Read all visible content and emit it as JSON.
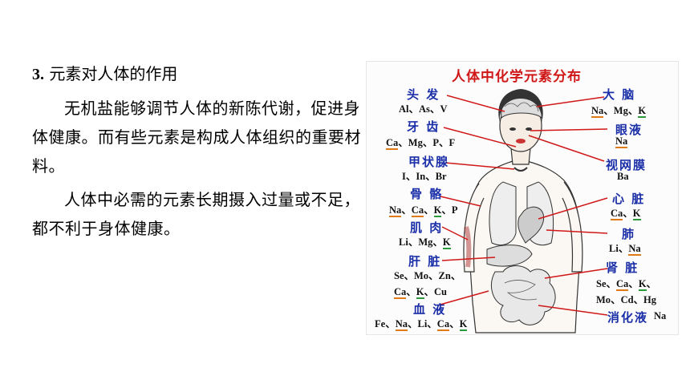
{
  "section": {
    "number": "3.",
    "title": "元素对人体的作用",
    "paragraphs": [
      "无机盐能够调节人体的新陈代谢，促进身体健康。而有些元素是构成人体组织的重要材料。",
      "人体中必需的元素长期摄入过量或不足，都不利于身体健康。"
    ]
  },
  "diagram": {
    "title": "人体中化学元素分布",
    "organs": [
      {
        "label": "头 发",
        "elements": [
          {
            "t": "Al"
          },
          {
            "t": "、"
          },
          {
            "t": "As"
          },
          {
            "t": "、"
          },
          {
            "t": "V"
          }
        ]
      },
      {
        "label": "牙 齿",
        "elements": [
          {
            "t": "Ca",
            "u": "orange"
          },
          {
            "t": "、Mg、"
          },
          {
            "t": "P"
          },
          {
            "t": "、"
          },
          {
            "t": "F"
          }
        ]
      },
      {
        "label": "甲状腺",
        "elements": [
          {
            "t": "I"
          },
          {
            "t": "、In、"
          },
          {
            "t": "Br"
          }
        ]
      },
      {
        "label": "骨 骼",
        "elements": [
          {
            "t": "Na",
            "u": "orange"
          },
          {
            "t": "、"
          },
          {
            "t": "Ca",
            "u": "orange"
          },
          {
            "t": "、"
          },
          {
            "t": "K",
            "u": "green"
          },
          {
            "t": "、P"
          }
        ]
      },
      {
        "label": "肌 肉",
        "elements": [
          {
            "t": "Li"
          },
          {
            "t": "、Mg、"
          },
          {
            "t": "K",
            "u": "green"
          }
        ]
      },
      {
        "label": "肝 脏",
        "elements": [
          {
            "t": "Se"
          },
          {
            "t": "、Mo、Zn、"
          }
        ]
      },
      {
        "label": "",
        "elements": [
          {
            "t": "Ca",
            "u": "orange"
          },
          {
            "t": "、"
          },
          {
            "t": "K",
            "u": "green"
          },
          {
            "t": "、Cu"
          }
        ]
      },
      {
        "label": "血 液",
        "elements": [
          {
            "t": "Fe"
          },
          {
            "t": "、"
          },
          {
            "t": "Na",
            "u": "orange"
          },
          {
            "t": "、Li、"
          },
          {
            "t": "Ca",
            "u": "orange"
          },
          {
            "t": "、"
          },
          {
            "t": "K",
            "u": "green"
          }
        ]
      },
      {
        "label": "大 脑",
        "elements": [
          {
            "t": "Na",
            "u": "orange"
          },
          {
            "t": "、Mg、"
          },
          {
            "t": "K",
            "u": "green"
          }
        ]
      },
      {
        "label": "眼液",
        "elements": [
          {
            "t": "Na",
            "u": "orange"
          }
        ]
      },
      {
        "label": "视网膜",
        "elements": [
          {
            "t": "Ba"
          }
        ]
      },
      {
        "label": "心 脏",
        "elements": [
          {
            "t": "Ca",
            "u": "orange"
          },
          {
            "t": "、"
          },
          {
            "t": "K",
            "u": "green"
          }
        ]
      },
      {
        "label": "肺",
        "elements": [
          {
            "t": "Li"
          },
          {
            "t": "、"
          },
          {
            "t": "Na",
            "u": "orange"
          }
        ]
      },
      {
        "label": "肾 脏",
        "elements": [
          {
            "t": "Se"
          },
          {
            "t": "、"
          },
          {
            "t": "Ca",
            "u": "orange"
          },
          {
            "t": "、"
          },
          {
            "t": "K",
            "u": "green"
          },
          {
            "t": "、"
          }
        ]
      },
      {
        "label": "",
        "elements": [
          {
            "t": "Mo"
          },
          {
            "t": "、Cd、Hg"
          }
        ]
      },
      {
        "label": "消化液",
        "elements": [
          {
            "t": "Na"
          }
        ]
      }
    ]
  },
  "colors": {
    "title_red": "#d01818",
    "label_blue": "#1b2fa8",
    "pointer_red": "#d01818",
    "underline_orange": "#e07a18",
    "underline_green": "#2a9a3a"
  }
}
